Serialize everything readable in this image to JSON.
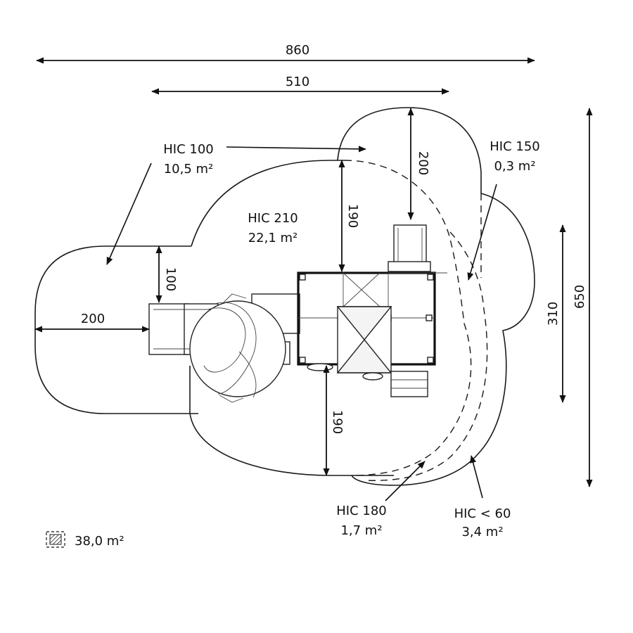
{
  "dimensions": {
    "overall_width": "860",
    "tower_width": "510",
    "right_zone_depth": "200",
    "left_zone_depth": "200",
    "front_zone_depth_top": "190",
    "front_zone_depth_bottom": "190",
    "left_zone_half": "100",
    "structure_depth": "310",
    "overall_depth": "650"
  },
  "zones": {
    "hic100": {
      "label": "HIC 100",
      "area": "10,5 m²"
    },
    "hic150": {
      "label": "HIC 150",
      "area": "0,3 m²"
    },
    "hic210": {
      "label": "HIC 210",
      "area": "22,1 m²"
    },
    "hic180": {
      "label": "HIC 180",
      "area": "1,7 m²"
    },
    "hic60": {
      "label": "HIC < 60",
      "area": "3,4 m²"
    }
  },
  "total_area": {
    "value": "38,0 m²",
    "icon": "hatched-square-icon"
  },
  "colors": {
    "line": "#111111",
    "background": "#ffffff"
  }
}
